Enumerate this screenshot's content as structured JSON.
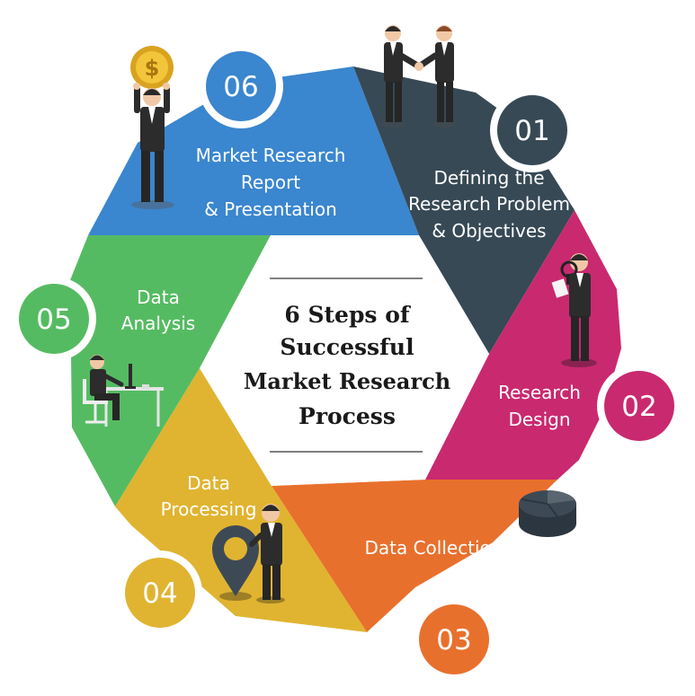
{
  "title": {
    "lines": [
      "6 Steps of",
      "Successful",
      "Market Research",
      "Process"
    ]
  },
  "steps": [
    {
      "number": "01",
      "label_lines": [
        "Defining the",
        "Research Problem",
        "& Objectives"
      ],
      "color": "#374955"
    },
    {
      "number": "02",
      "label_lines": [
        "Research",
        "Design"
      ],
      "color": "#c9296f"
    },
    {
      "number": "03",
      "label_lines": [
        "Data Collection"
      ],
      "color": "#e8702d"
    },
    {
      "number": "04",
      "label_lines": [
        "Data",
        "Processing"
      ],
      "color": "#e0b431"
    },
    {
      "number": "05",
      "label_lines": [
        "Data",
        "Analysis"
      ],
      "color": "#55bb62"
    },
    {
      "number": "06",
      "label_lines": [
        "Market Research",
        "Report",
        "& Presentation"
      ],
      "color": "#3a86cf"
    }
  ],
  "illustrations": {
    "step01": "handshake-businessmen-icon",
    "step02": "magnifier-businessman-icon",
    "step03": "pie-chart-icon",
    "step04": "map-pin-businessman-icon",
    "step05": "desk-computer-worker-icon",
    "step06": "dollar-coin-businessman-icon"
  },
  "coin_symbol": "$"
}
